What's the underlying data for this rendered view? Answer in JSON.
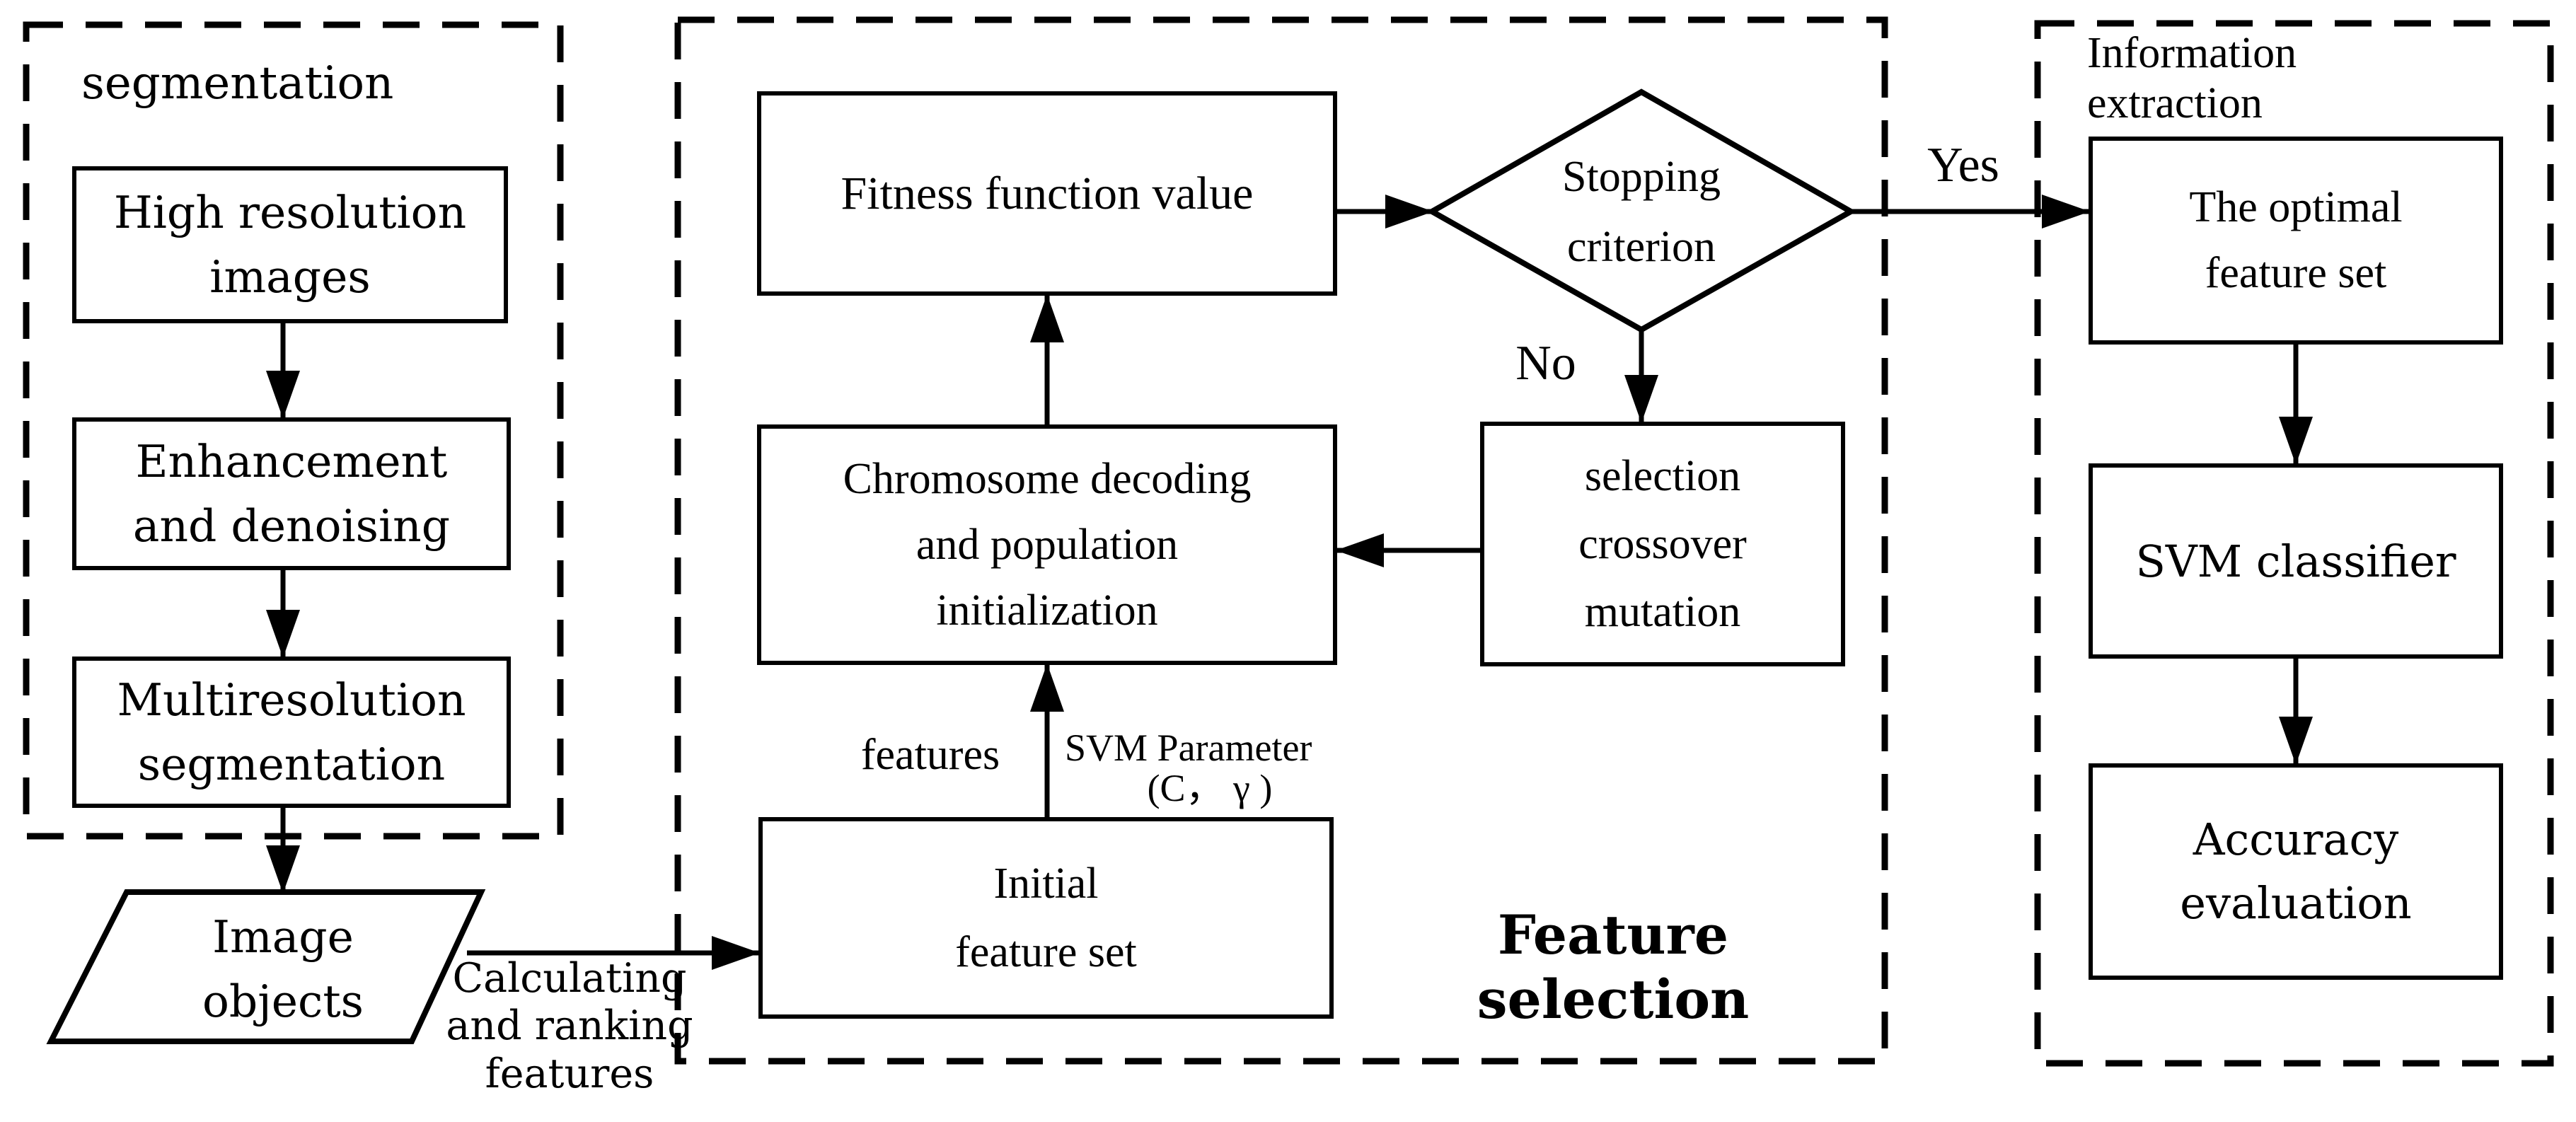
{
  "groups": {
    "segmentation": {
      "label": "segmentation"
    },
    "feature_selection": {
      "label": "Feature selection"
    },
    "information_extraction": {
      "label": "Information\nextraction"
    }
  },
  "nodes": {
    "high_resolution_images": {
      "label": "High resolution\nimages",
      "shape": "rect"
    },
    "enhancement_denoising": {
      "label": "Enhancement\nand denoising",
      "shape": "rect"
    },
    "multiresolution_segmentation": {
      "label": "Multiresolution\nsegmentation",
      "shape": "rect"
    },
    "image_objects": {
      "label": "Image\nobjects",
      "shape": "parallelogram"
    },
    "initial_feature_set": {
      "label": "Initial\nfeature set",
      "shape": "rect"
    },
    "chromosome_decoding": {
      "label": "Chromosome decoding\nand population\ninitialization",
      "shape": "rect"
    },
    "fitness_function_value": {
      "label": "Fitness function value",
      "shape": "rect"
    },
    "stopping_criterion": {
      "label": "Stopping\ncriterion",
      "shape": "diamond"
    },
    "selection_crossover_mutation": {
      "label": "selection\ncrossover\nmutation",
      "shape": "rect"
    },
    "optimal_feature_set": {
      "label": "The optimal\nfeature set",
      "shape": "rect"
    },
    "svm_classifier": {
      "label": "SVM classifier",
      "shape": "rect"
    },
    "accuracy_evaluation": {
      "label": "Accuracy\nevaluation",
      "shape": "rect"
    }
  },
  "edge_labels": {
    "yes": "Yes",
    "no": "No",
    "features": "features",
    "svm_parameter": "SVM Parameter",
    "svm_parameter_values": "(C， γ )",
    "calculating_ranking": "Calculating\nand ranking\nfeatures"
  },
  "colors": {
    "line": "#000000",
    "background": "#ffffff"
  }
}
